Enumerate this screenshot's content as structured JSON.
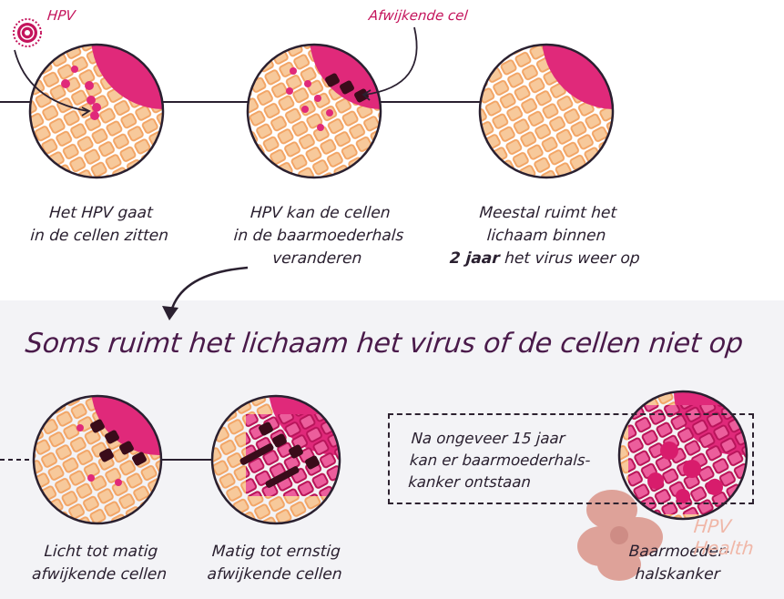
{
  "labels": {
    "hpv": "HPV",
    "abnormal_cell": "Afwijkende cel"
  },
  "steps_top": [
    {
      "line1": "Het HPV gaat",
      "line2": "in de cellen zitten"
    },
    {
      "line1": "HPV kan de cellen",
      "line2": "in de baarmoederhals",
      "line3": "veranderen"
    },
    {
      "line1": "Meestal ruimt het",
      "line2": "lichaam binnen",
      "line3_bold": "2 jaar",
      "line3_rest": " het virus weer op"
    }
  ],
  "headline": "Soms ruimt het lichaam het virus of de cellen niet op",
  "steps_bottom": [
    {
      "line1": "Licht tot matig",
      "line2": "afwijkende cellen"
    },
    {
      "line1": "Matig tot ernstig",
      "line2": "afwijkende cellen"
    },
    {
      "line1": "Baarmoeder-",
      "line2": "halskanker"
    }
  ],
  "note_box": {
    "line1": "Na ongeveer 15 jaar",
    "line2": "kan er baarmoederhals-",
    "line3": "kanker ontstaan"
  },
  "watermark": {
    "line1": "HPV",
    "line2": "Health"
  },
  "colors": {
    "magenta": "#e0297a",
    "cell_fill": "#f6c08e",
    "cell_stroke": "#f4a76e",
    "dark_cell": "#3a0c1a",
    "pink_cell": "#e64b8f",
    "ink": "#2a2030"
  }
}
